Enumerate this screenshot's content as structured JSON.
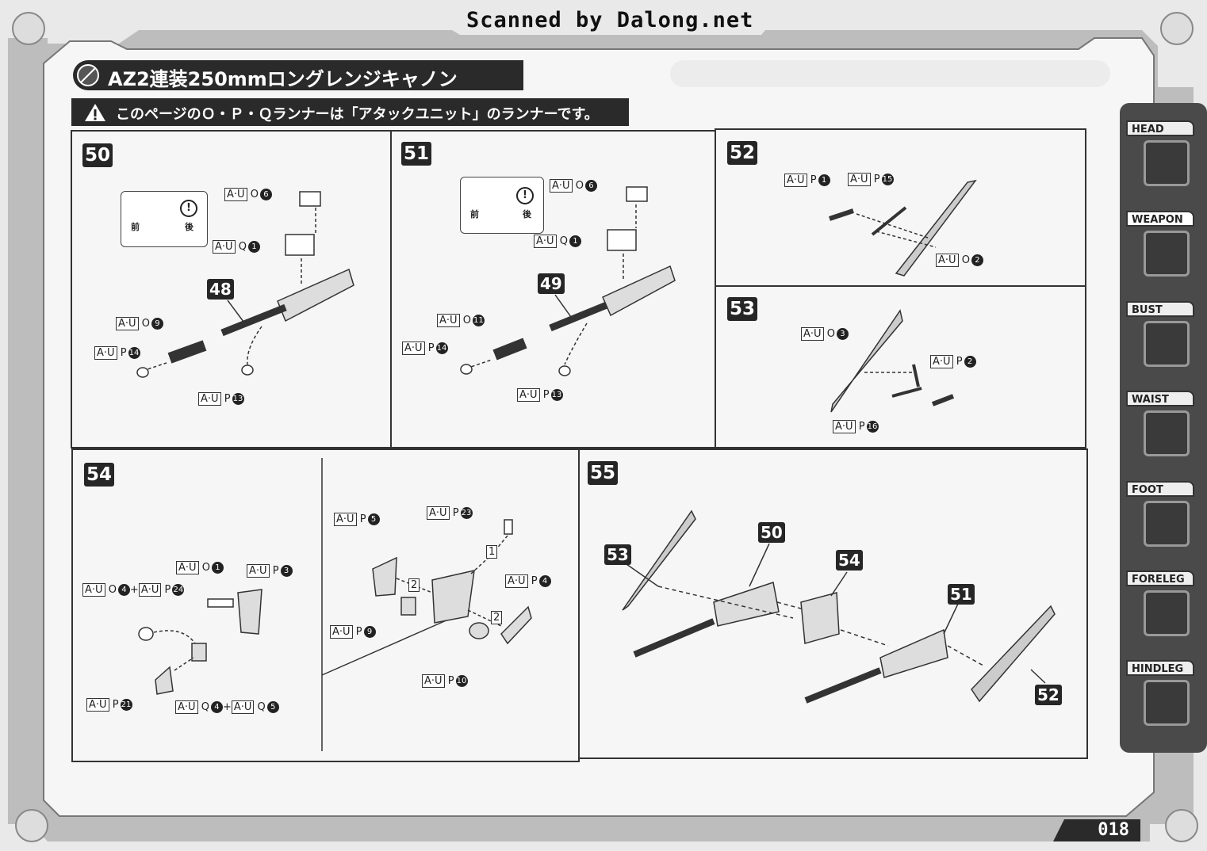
{
  "watermark": "Scanned by Dalong.net",
  "title": "AZ2連装250mmロングレンジキャノン",
  "notice": "このページのＯ・Ｐ・Ｑランナーは「アタックユニット」のランナーです。",
  "page_number": "018",
  "callout": {
    "front": "前",
    "back": "後",
    "mark": "!"
  },
  "plus": "+",
  "steps": [
    {
      "number": "50",
      "ref": "48",
      "parts": [
        {
          "runner": "A·U",
          "letter": "O",
          "num": "6"
        },
        {
          "runner": "A·U",
          "letter": "Q",
          "num": "1"
        },
        {
          "runner": "A·U",
          "letter": "O",
          "num": "9"
        },
        {
          "runner": "A·U",
          "letter": "P",
          "num": "14"
        },
        {
          "runner": "A·U",
          "letter": "P",
          "num": "13"
        }
      ]
    },
    {
      "number": "51",
      "ref": "49",
      "parts": [
        {
          "runner": "A·U",
          "letter": "O",
          "num": "6"
        },
        {
          "runner": "A·U",
          "letter": "Q",
          "num": "1"
        },
        {
          "runner": "A·U",
          "letter": "O",
          "num": "11"
        },
        {
          "runner": "A·U",
          "letter": "P",
          "num": "14"
        },
        {
          "runner": "A·U",
          "letter": "P",
          "num": "13"
        }
      ]
    },
    {
      "number": "52",
      "parts": [
        {
          "runner": "A·U",
          "letter": "P",
          "num": "1"
        },
        {
          "runner": "A·U",
          "letter": "P",
          "num": "15"
        },
        {
          "runner": "A·U",
          "letter": "O",
          "num": "2"
        }
      ]
    },
    {
      "number": "53",
      "parts": [
        {
          "runner": "A·U",
          "letter": "O",
          "num": "3"
        },
        {
          "runner": "A·U",
          "letter": "P",
          "num": "2"
        },
        {
          "runner": "A·U",
          "letter": "P",
          "num": "16"
        }
      ]
    },
    {
      "number": "54",
      "parts": [
        {
          "runner": "A·U",
          "letter": "O",
          "num": "1"
        },
        {
          "runner": "A·U",
          "letter": "P",
          "num": "3"
        },
        {
          "runner": "A·U",
          "letter": "O",
          "num": "4"
        },
        {
          "runner": "A·U",
          "letter": "P",
          "num": "24"
        },
        {
          "runner": "A·U",
          "letter": "P",
          "num": "21"
        },
        {
          "runner": "A·U",
          "letter": "Q",
          "num": "4"
        },
        {
          "runner": "A·U",
          "letter": "Q",
          "num": "5"
        },
        {
          "runner": "A·U",
          "letter": "P",
          "num": "5"
        },
        {
          "runner": "A·U",
          "letter": "P",
          "num": "23"
        },
        {
          "runner": "A·U",
          "letter": "P",
          "num": "4"
        },
        {
          "runner": "A·U",
          "letter": "P",
          "num": "9"
        },
        {
          "runner": "A·U",
          "letter": "P",
          "num": "10"
        }
      ],
      "order_marks": [
        "1",
        "2",
        "2"
      ]
    },
    {
      "number": "55",
      "refs": [
        "53",
        "50",
        "54",
        "51",
        "52"
      ]
    }
  ],
  "sidebar": [
    {
      "label": "HEAD",
      "icon": "head-icon"
    },
    {
      "label": "WEAPON",
      "icon": "weapon-icon",
      "active": true
    },
    {
      "label": "BUST",
      "icon": "bust-icon"
    },
    {
      "label": "WAIST",
      "icon": "waist-icon"
    },
    {
      "label": "FOOT",
      "icon": "foot-icon"
    },
    {
      "label": "FORELEG",
      "icon": "foreleg-icon"
    },
    {
      "label": "HINDLEG",
      "icon": "hindleg-icon"
    }
  ]
}
